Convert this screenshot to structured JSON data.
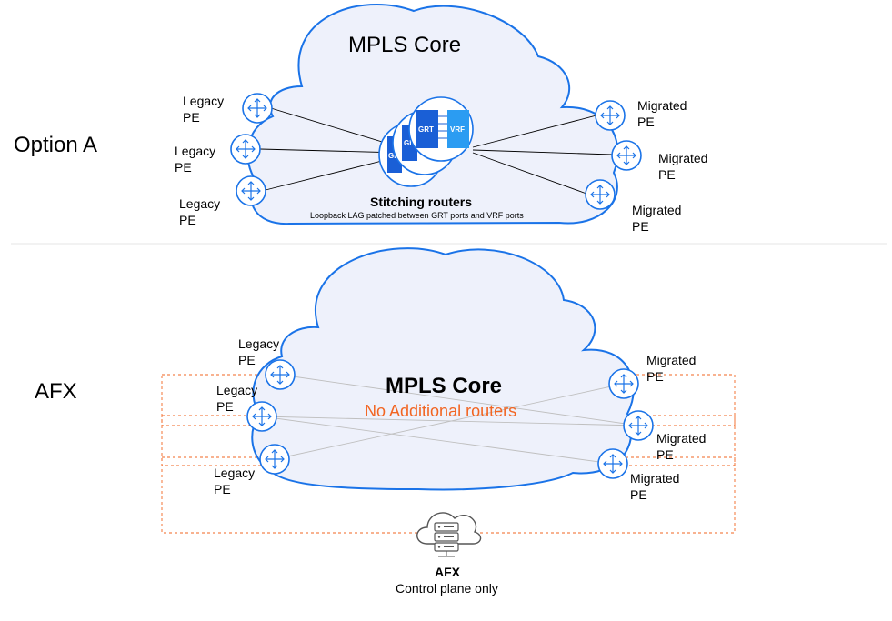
{
  "option_a": {
    "title": "Option A",
    "core_label": "MPLS Core",
    "stitching_title": "Stitching routers",
    "stitching_subtitle": "Loopback LAG patched between GRT ports and VRF ports",
    "chip_grt": "GRT",
    "chip_vrf": "VRF",
    "chip_partial": "GI",
    "legacy": [
      {
        "line1": "Legacy",
        "line2": "PE"
      },
      {
        "line1": "Legacy",
        "line2": "PE"
      },
      {
        "line1": "Legacy",
        "line2": "PE"
      }
    ],
    "migrated": [
      {
        "line1": "Migrated",
        "line2": "PE"
      },
      {
        "line1": "Migrated",
        "line2": "PE"
      },
      {
        "line1": "Migrated",
        "line2": "PE"
      }
    ]
  },
  "afx_section": {
    "title": "AFX",
    "core_label": "MPLS Core",
    "note": "No Additional routers",
    "afx_label": "AFX",
    "afx_sublabel": "Control plane only",
    "legacy": [
      {
        "line1": "Legacy",
        "line2": "PE"
      },
      {
        "line1": "Legacy",
        "line2": "PE"
      },
      {
        "line1": "Legacy",
        "line2": "PE"
      }
    ],
    "migrated": [
      {
        "line1": "Migrated",
        "line2": "PE"
      },
      {
        "line1": "Migrated",
        "line2": "PE"
      },
      {
        "line1": "Migrated",
        "line2": "PE"
      }
    ]
  },
  "colors": {
    "cloud_fill": "#eef1fb",
    "cloud_stroke": "#1a73e8",
    "router_stroke": "#1a73e8",
    "chip_dark": "#1a5fd6",
    "chip_light": "#2b9cf2",
    "accent_orange": "#f26522",
    "divider": "#e5e5e5"
  }
}
